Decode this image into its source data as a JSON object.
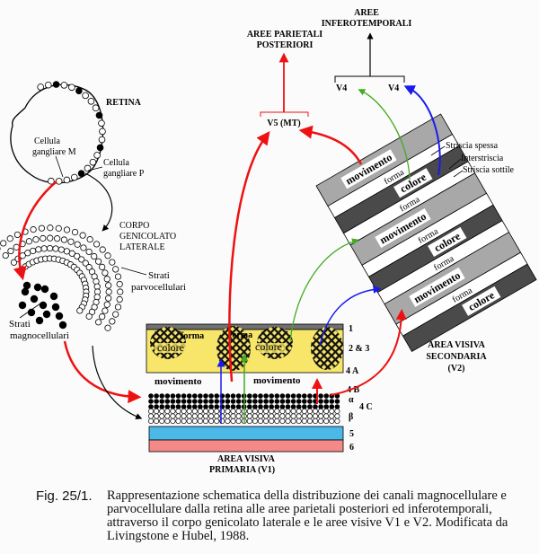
{
  "labels": {
    "retina": "RETINA",
    "cell_m": [
      "Cellula",
      "gangliare M"
    ],
    "cell_p": [
      "Cellula",
      "gangliare P"
    ],
    "lgn": [
      "CORPO",
      "GENICOLATO",
      "LATERALE"
    ],
    "parvo": [
      "Strati",
      "parvocellulari"
    ],
    "magno": [
      "Strati",
      "magnocellulari"
    ],
    "parietal": [
      "AREE PARIETALI",
      "POSTERIORI"
    ],
    "infero": [
      "AREE",
      "INFEROTEMPORALI"
    ],
    "v5": "V5 (MT)",
    "v4_left": "V4",
    "v4_right": "V4",
    "thick_stripe": "Striscia spessa",
    "interstripe": "Interstriscia",
    "thin_stripe": "Striscia sottile",
    "v2": [
      "AREA VISIVA",
      "SECONDARIA",
      "(V2)"
    ],
    "v1": [
      "AREA VISIVA",
      "PRIMARIA (V1)"
    ],
    "forma": "forma",
    "colore": "colore",
    "movimento": "movimento",
    "layers": {
      "l1": "1",
      "l23": "2 & 3",
      "l4a": "4 A",
      "l4b": "4 B",
      "alpha": "α",
      "l4c": "4 C",
      "beta": "β",
      "l5": "5",
      "l6": "6"
    }
  },
  "caption": {
    "label": "Fig. 25/1.",
    "text": "Rappresentazione schematica della distribuzione dei canali magnocellulare e parvocellulare dalla retina alle aree parietali posteriori ed inferotemporali, attraverso il corpo genicolato laterale e le aree visive V1 e V2. Modificata da Livingstone e Hubel, 1988."
  },
  "colors": {
    "magno_path": "#ee1111",
    "blob_path": "#1a1aee",
    "interblob_path": "#44aa22",
    "layer23": "#f7e66a",
    "layer5": "#4cb8e8",
    "layer6": "#f48a88",
    "thick": "#a8a8a8",
    "thin": "#4a4a4a"
  }
}
